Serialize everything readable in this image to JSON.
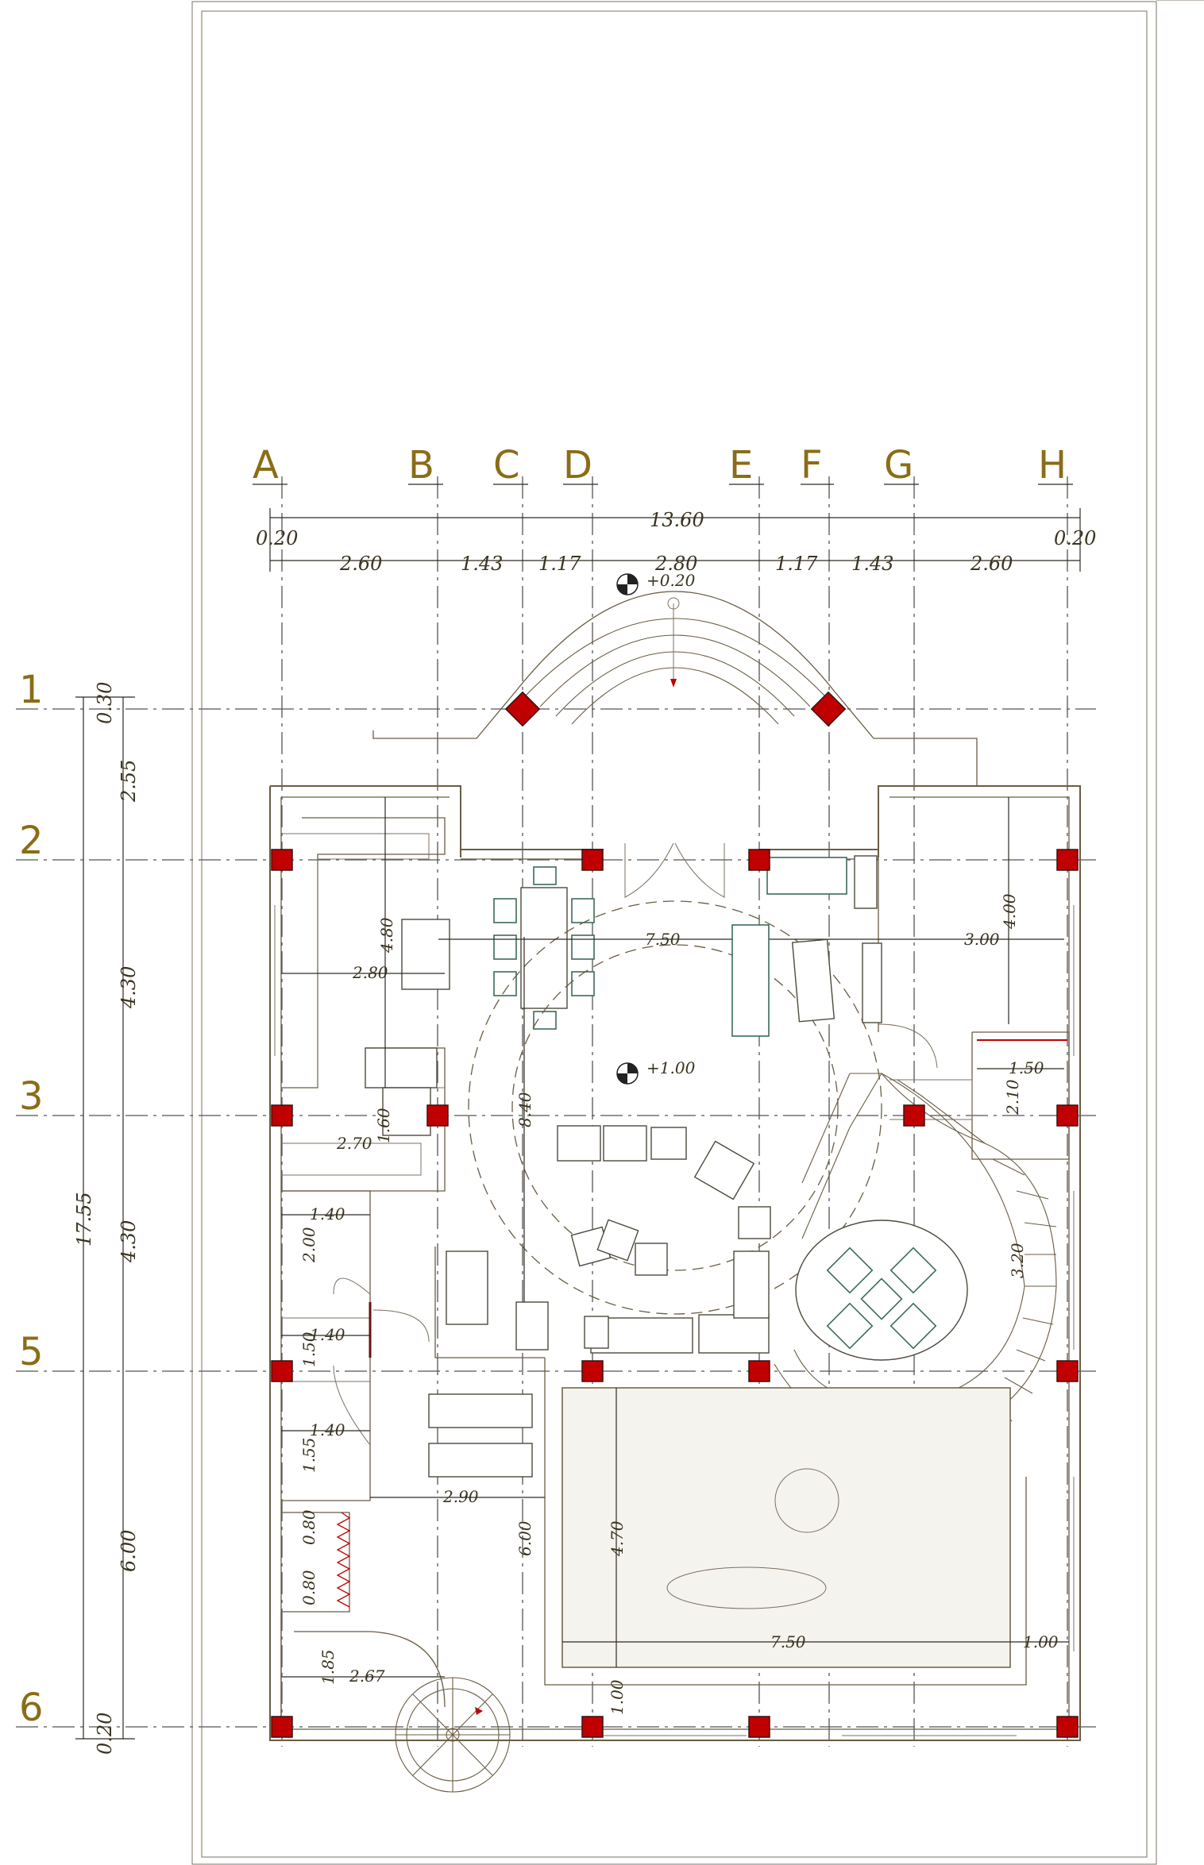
{
  "grid": {
    "columns": [
      "A",
      "B",
      "C",
      "D",
      "E",
      "F",
      "G",
      "H"
    ],
    "rows": [
      "1",
      "2",
      "3",
      "5",
      "6"
    ]
  },
  "dimensions_top": {
    "overall": "13.60",
    "edge_left": "0.20",
    "edge_right": "0.20",
    "bays": [
      "2.60",
      "1.43",
      "1.17",
      "2.80",
      "1.17",
      "1.43",
      "2.60"
    ]
  },
  "dimensions_left": {
    "overall": "17.55",
    "segments": [
      "0.30",
      "2.55",
      "4.30",
      "4.30",
      "6.00",
      "0.20"
    ]
  },
  "levels": {
    "entrance": "+0.20",
    "living": "+1.00"
  },
  "interior_dims": {
    "living_circle": "7.50",
    "right_room_w": "3.00",
    "right_room_h": "4.00",
    "kitchen_w": "2.80",
    "kitchen_h": "4.80",
    "central_height": "8.40",
    "lower_left_w": "2.70",
    "lower_left_h": "1.60",
    "service_w": "1.50",
    "service_h": "2.10",
    "wc1_w": "1.40",
    "wc1_h": "2.00",
    "wc2_w": "1.40",
    "wc2_h": "1.50",
    "wc3_w": "1.40",
    "wc3_h": "1.55",
    "stair_h": "3.20",
    "sauna_w": "2.90",
    "closet1": "0.80",
    "closet2": "0.80",
    "pool_h": "4.70",
    "pool_w": "7.50",
    "pool_gap": "1.00",
    "pool_bottom": "1.00",
    "lower_h": "6.00",
    "spiral_h": "1.85",
    "spiral_w": "2.67"
  },
  "colors": {
    "column": "#c00000",
    "grid_label": "#8a6d16",
    "wall": "#6b5c44"
  }
}
